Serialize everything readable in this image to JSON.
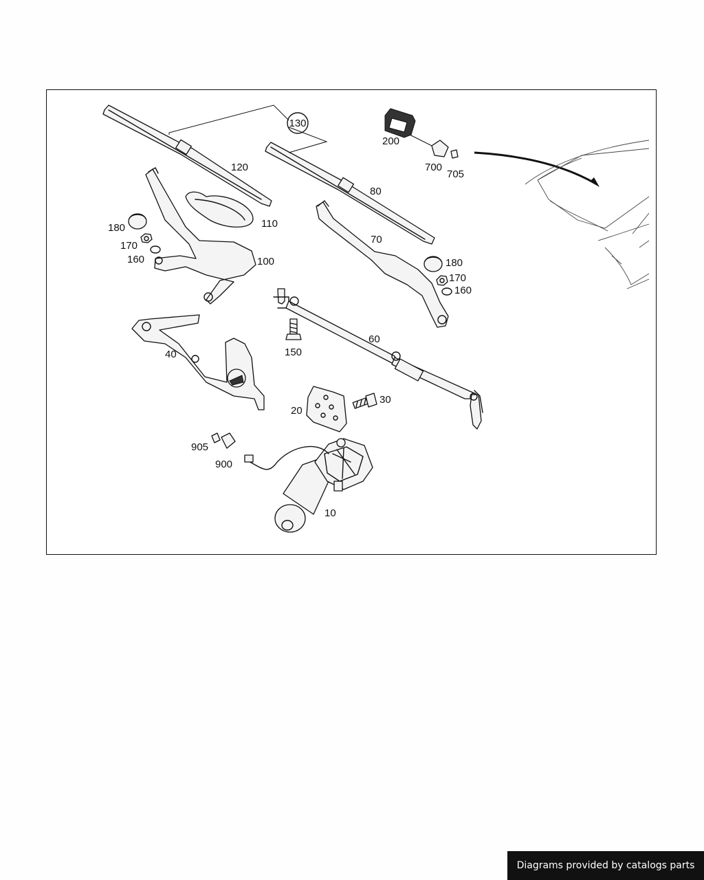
{
  "diagram": {
    "part_labels": {
      "p130": "130",
      "p120": "120",
      "p110": "110",
      "p100": "100",
      "p180a": "180",
      "p170a": "170",
      "p160a": "160",
      "p80": "80",
      "p70": "70",
      "p180b": "180",
      "p170b": "170",
      "p160b": "160",
      "p200": "200",
      "p700": "700",
      "p705": "705",
      "p60": "60",
      "p150": "150",
      "p40": "40",
      "p20": "20",
      "p30": "30",
      "p905": "905",
      "p900": "900",
      "p10": "10"
    }
  },
  "footer": {
    "credit": "Diagrams provided by catalogs parts"
  }
}
